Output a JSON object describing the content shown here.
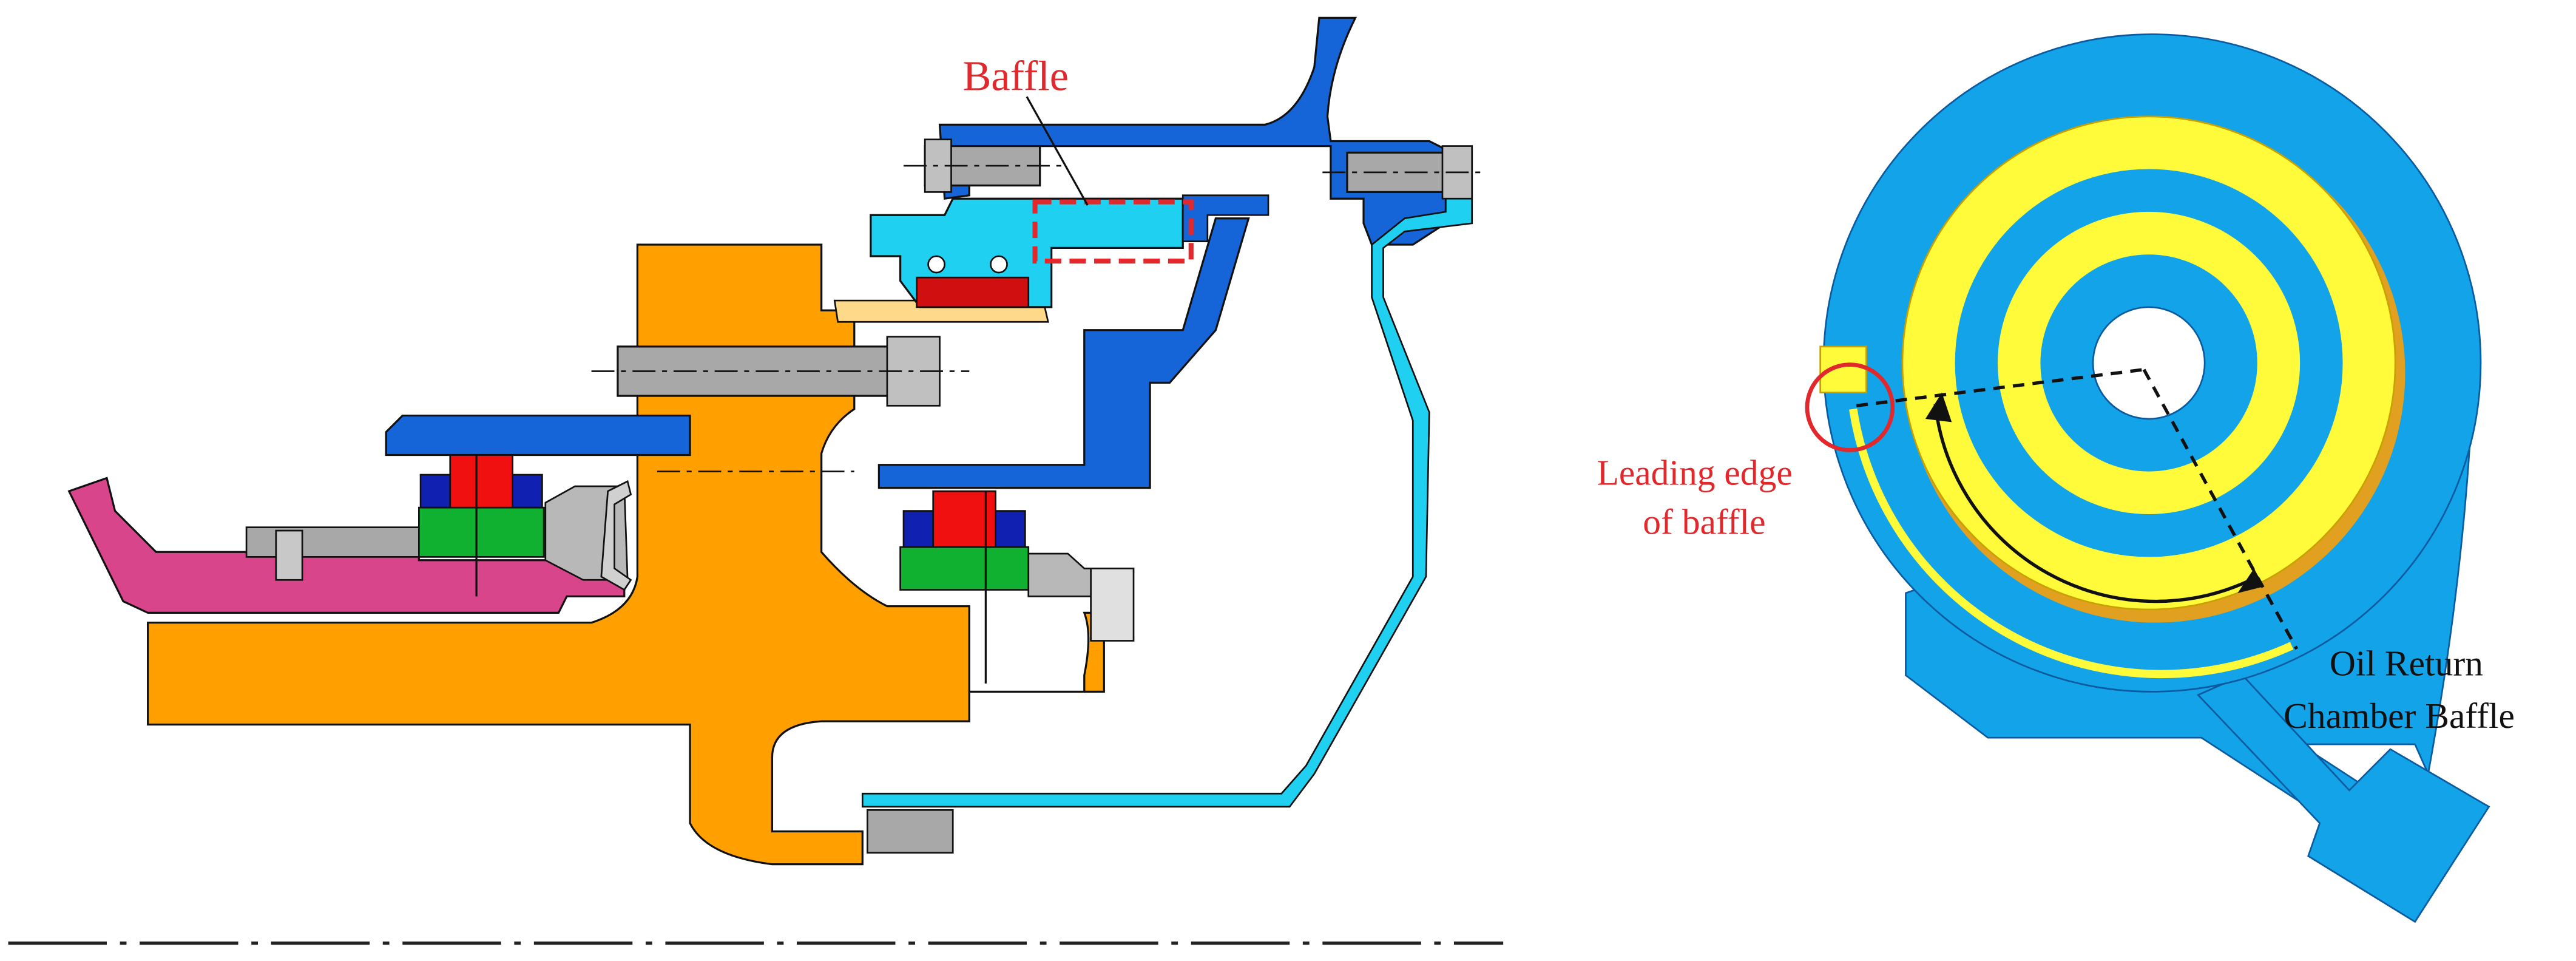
{
  "labels": {
    "baffle": "Baffle",
    "leading_edge_line1": "Leading edge",
    "leading_edge_line2": "of baffle",
    "oil_return_line1": "Oil Return",
    "oil_return_line2": "Chamber Baffle"
  },
  "colors": {
    "casing_blue": "#1565d8",
    "light_blue": "#1fd0f0",
    "orange": "#ffa000",
    "magenta": "#d8458a",
    "gray": "#a8a8a8",
    "red_part": "#f01010",
    "green_part": "#10b030",
    "navy_part": "#1020b0",
    "cream": "#ffd98a",
    "sky_blue": "#12a3e8",
    "yellow": "#fffa3a",
    "highlight_red": "#e0282d"
  }
}
